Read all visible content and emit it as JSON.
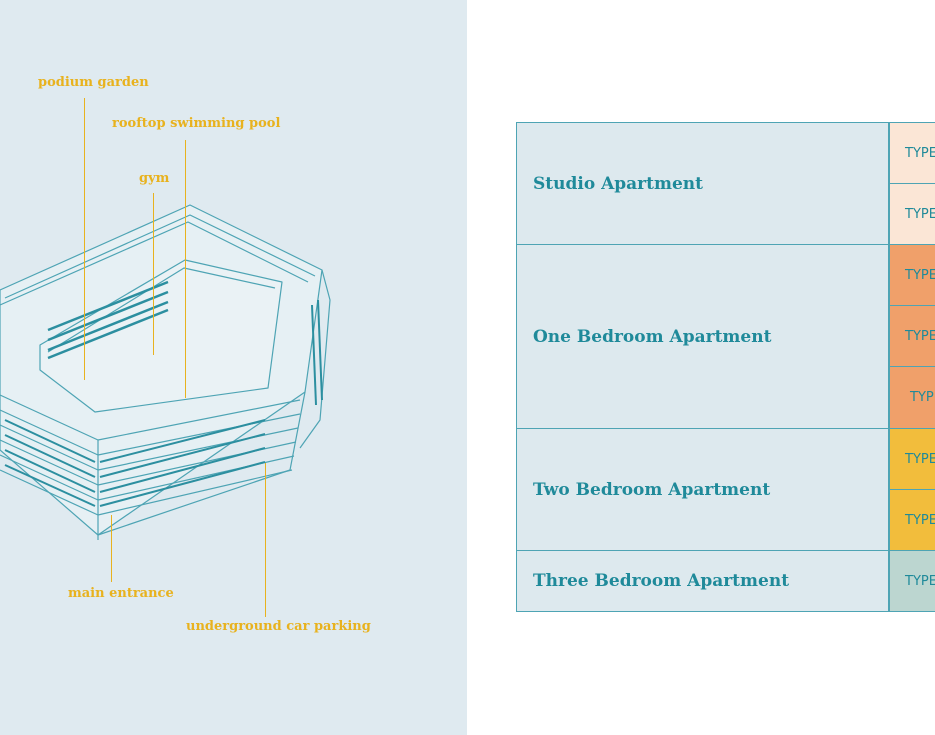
{
  "diagram": {
    "labels": {
      "podium_garden": "podium garden",
      "rooftop_pool": "rooftop swimming pool",
      "gym": "gym",
      "main_entrance": "main entrance",
      "car_parking": "underground car parking"
    },
    "colors": {
      "label": "#e8b21e",
      "building": "#4ea4b4",
      "panel_bg": "#dfeaf0"
    }
  },
  "table": {
    "categories": [
      "Studio Apartment",
      "One Bedroom Apartment",
      "Two Bedroom Apartment",
      "Three Bedroom Apartment"
    ],
    "types": [
      "TYPE",
      "TYPE",
      "TYPE",
      "TYPE",
      "TYPE",
      "TYPE",
      "TYPE",
      "TYPE"
    ],
    "colors": {
      "studio": "#fbe6d6",
      "one_bedroom": "#f0a06a",
      "two_bedroom": "#f2bd3c",
      "three_bedroom": "#bcd6d0",
      "border": "#4ea4b4",
      "text": "#1f8a9a"
    }
  }
}
